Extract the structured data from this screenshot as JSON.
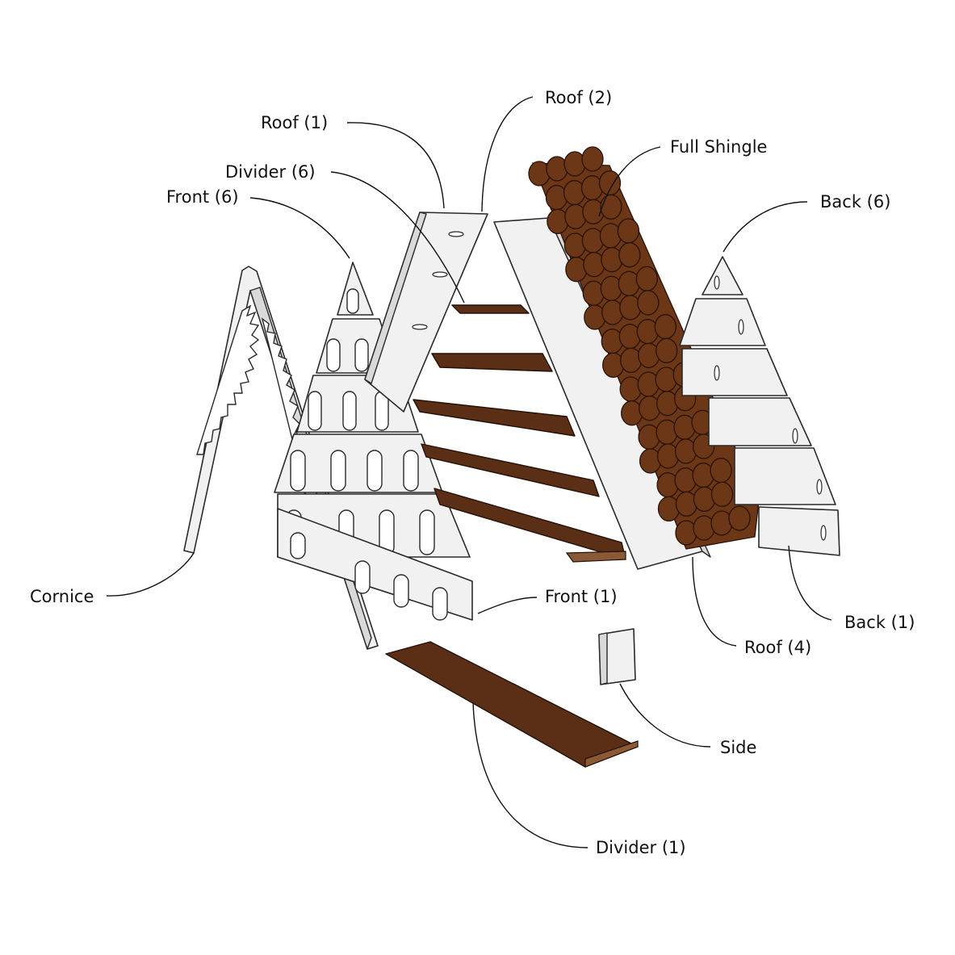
{
  "labels": {
    "roof_1": "Roof (1)",
    "roof_2": "Roof (2)",
    "full_shingle": "Full Shingle",
    "divider_6": "Divider (6)",
    "front_6": "Front (6)",
    "back_6": "Back (6)",
    "cornice": "Cornice",
    "front_1": "Front (1)",
    "back_1": "Back (1)",
    "roof_4": "Roof (4)",
    "side": "Side",
    "divider_1": "Divider (1)"
  },
  "colors": {
    "plywood": "#f1f1f1",
    "dark_wood": "#5a2f15",
    "shingle": "#6b3716",
    "outline": "#2a2a2a"
  }
}
